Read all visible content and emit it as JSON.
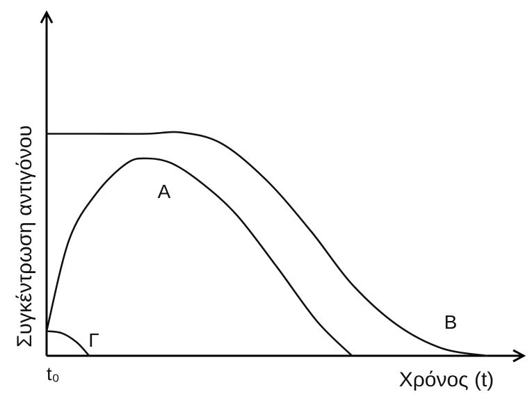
{
  "chart_data": {
    "type": "line",
    "title": "",
    "xlabel": "Χρόνος (t)",
    "ylabel": "Συγκέντρωση αντιγόνου",
    "x_tick_labels": [
      "t₀"
    ],
    "ylim": [
      0,
      10
    ],
    "xlim": [
      0,
      10
    ],
    "grid": false,
    "series": [
      {
        "name": "A",
        "label": "A",
        "x": [
          0,
          0.45,
          1.0,
          1.6,
          2.0,
          2.5,
          3.1,
          3.8,
          4.6,
          5.4,
          6.1
        ],
        "y": [
          1.0,
          4.7,
          6.6,
          7.8,
          8.0,
          7.8,
          7.0,
          5.7,
          3.6,
          1.4,
          0.0
        ]
      },
      {
        "name": "B",
        "label": "B",
        "x": [
          0,
          1.0,
          2.0,
          2.7,
          3.5,
          4.4,
          5.3,
          6.1,
          7.0,
          7.9,
          8.8
        ],
        "y": [
          9.0,
          9.0,
          9.0,
          9.05,
          8.6,
          7.1,
          5.0,
          2.9,
          1.25,
          0.3,
          0.0
        ]
      },
      {
        "name": "Γ",
        "label": "Γ",
        "x": [
          0,
          0.3,
          0.6,
          0.85
        ],
        "y": [
          1.0,
          0.92,
          0.55,
          0.0
        ]
      }
    ]
  }
}
